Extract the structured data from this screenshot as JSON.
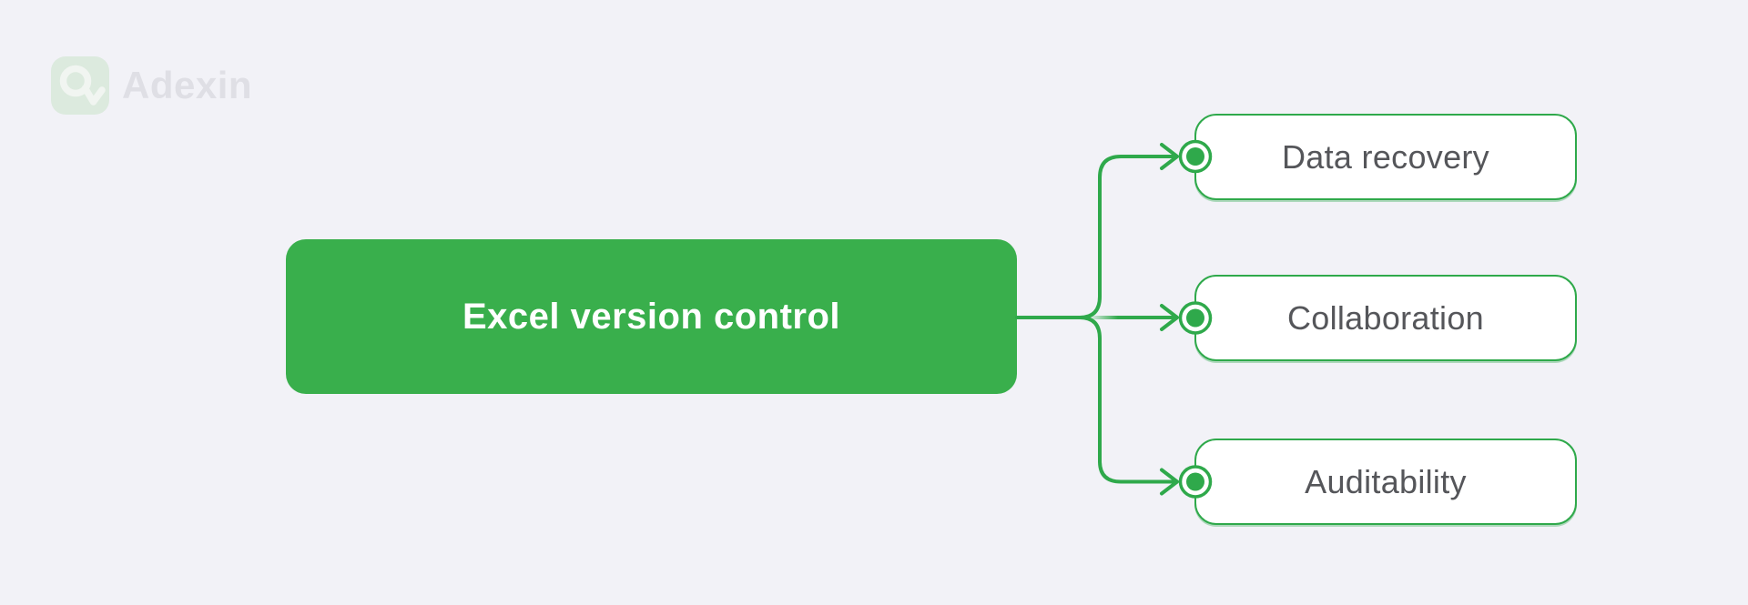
{
  "page": {
    "background_color": "#f2f2f7"
  },
  "logo": {
    "text": "Adexin",
    "icon": "adexin-a-icon",
    "tile_color": "#dceade",
    "glyph_color": "#f1f5f1",
    "text_color": "#dfdfe5"
  },
  "diagram": {
    "type": "mindmap",
    "root": {
      "label": "Excel version control",
      "fill_color": "#39af4c",
      "text_color": "#ffffff"
    },
    "nodes": [
      {
        "label": "Data recovery"
      },
      {
        "label": "Collaboration"
      },
      {
        "label": "Auditability"
      }
    ],
    "connector_color": "#2fa94b",
    "node_border_color": "#2fa94b",
    "node_fill_color": "#ffffff",
    "node_text_color": "#55565a"
  }
}
